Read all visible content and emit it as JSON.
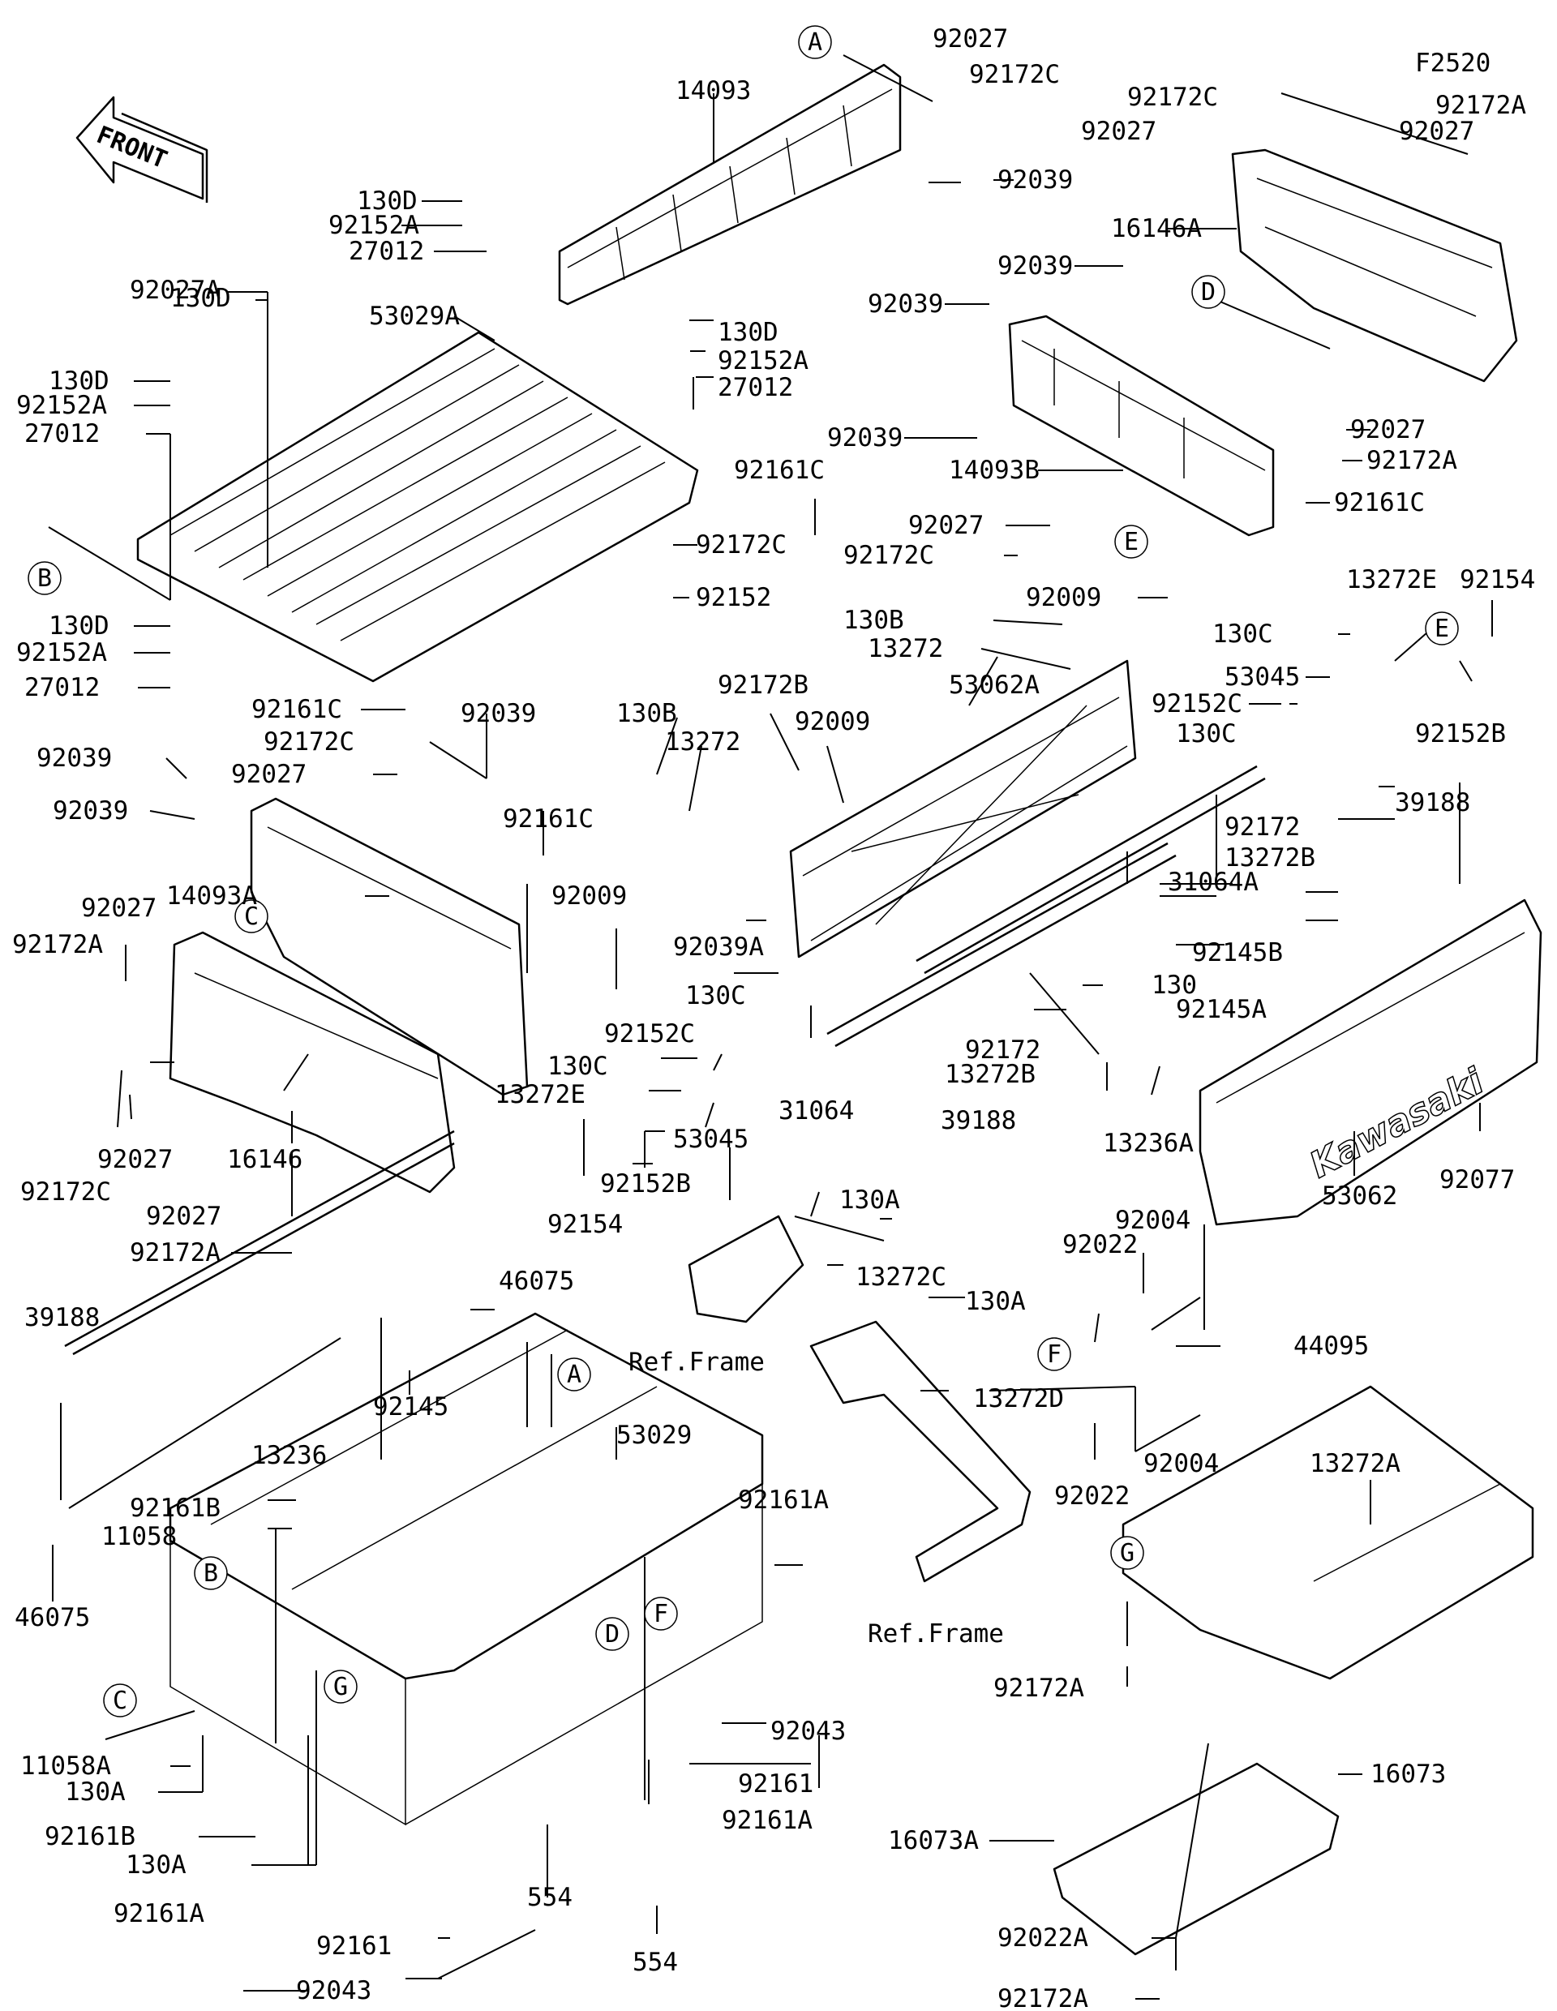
{
  "figure_code": "F2520",
  "front_arrow_text": "FRONT",
  "brand_text": "Kawasaki",
  "ref_frame_label": "Ref.Frame",
  "callouts": [
    "A",
    "B",
    "C",
    "D",
    "E",
    "F",
    "G"
  ],
  "labels": [
    "92027",
    "92172C",
    "92039",
    "14093",
    "92172C",
    "92172A",
    "92027",
    "92027",
    "16146A",
    "130D",
    "92152A",
    "27012",
    "130D",
    "92027A",
    "53029A",
    "130D",
    "92152A",
    "27012",
    "130D",
    "92152A",
    "27012",
    "92039",
    "92039",
    "92039",
    "14093B",
    "92161C",
    "92027",
    "92172C",
    "92009",
    "92027",
    "92172A",
    "92161C",
    "92172C",
    "92152",
    "130D",
    "92152A",
    "27012",
    "92161C",
    "130B",
    "13272",
    "92172B",
    "53062A",
    "92009",
    "130B",
    "13272",
    "13272E",
    "92154",
    "130C",
    "53045",
    "92152C",
    "130C",
    "92152B",
    "92039",
    "92172C",
    "92027",
    "92039",
    "92039",
    "92161C",
    "14093A",
    "92009",
    "92027",
    "92172A",
    "92172C",
    "92027",
    "16146",
    "92027",
    "92172A",
    "92039A",
    "31064A",
    "39188",
    "92172",
    "13272B",
    "130C",
    "92152C",
    "130C",
    "13272E",
    "31064",
    "53045",
    "92154",
    "92152B",
    "92145B",
    "130",
    "92145A",
    "92172",
    "13272B",
    "39188",
    "13236A",
    "53062",
    "92077",
    "46075",
    "92145",
    "13236",
    "39188",
    "46075",
    "130A",
    "13272C",
    "130A",
    "13272D",
    "92022",
    "92004",
    "44095",
    "92004",
    "92022",
    "53029",
    "92161B",
    "11058",
    "92161A",
    "13272A",
    "92172A",
    "16073",
    "16073A",
    "92022A",
    "92172A",
    "11058A",
    "130A",
    "92161B",
    "130A",
    "92161A",
    "92161",
    "92043",
    "554",
    "554",
    "92161",
    "92161A",
    "92043"
  ]
}
